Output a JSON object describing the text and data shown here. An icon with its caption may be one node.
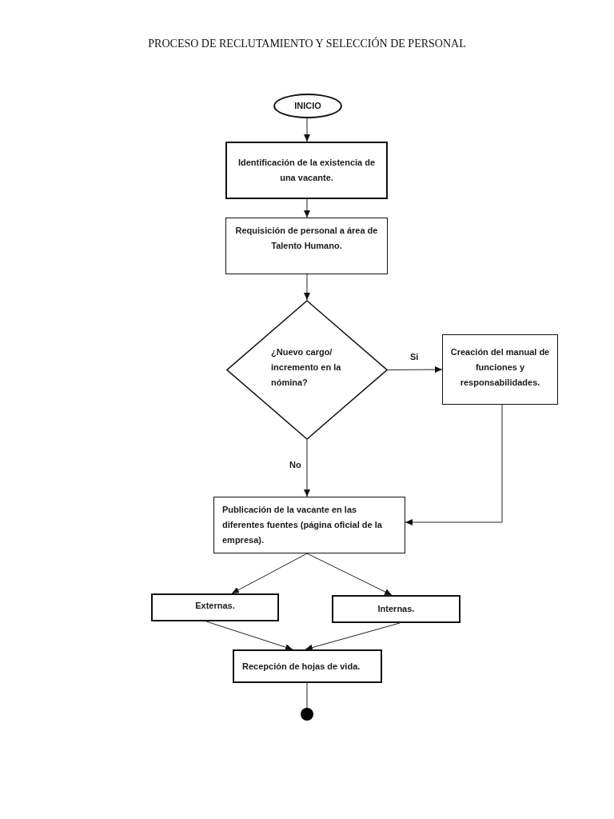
{
  "diagram": {
    "title": "PROCESO DE RECLUTAMIENTO Y SELECCIÓN DE PERSONAL",
    "nodes": [
      {
        "text": [
          "INICIO"
        ]
      },
      {
        "text": [
          "Identificación de la existencia de una vacante."
        ]
      },
      {
        "text": [
          "Requisición de personal a área de Talento Humano."
        ]
      },
      {
        "text": [
          "¿Nuevo cargo/ incremento en la nómina?"
        ]
      },
      {
        "text": [
          "Creación del manual de funciones y responsabilidades."
        ]
      },
      {
        "text": [
          "Publicación de la vacante en las diferentes fuentes (página oficial de la empresa)."
        ]
      },
      {
        "text": [
          "Externas."
        ]
      },
      {
        "text": [
          "Internas."
        ]
      },
      {
        "text": [
          "Recepción de hojas de vida."
        ]
      },
      {
        "text": [],
        "shape": "circle"
      }
    ],
    "edges": [
      {
        "from": 0,
        "to": 1,
        "arrow": "to"
      },
      {
        "from": 1,
        "to": 2,
        "arrow": "to"
      },
      {
        "from": 2,
        "to": 3,
        "arrow": "to"
      },
      {
        "from": 3,
        "to": 4,
        "arrow": "to",
        "label": "Si"
      },
      {
        "from": 3,
        "to": 5,
        "arrow": "to",
        "label": "No"
      },
      {
        "from": 4,
        "to": 5,
        "arrow": "to"
      },
      {
        "from": 5,
        "to": 6,
        "arrow": "to"
      },
      {
        "from": 5,
        "to": 7,
        "arrow": "to"
      },
      {
        "from": 6,
        "to": 8,
        "arrow": "to"
      },
      {
        "from": 7,
        "to": 8,
        "arrow": "to"
      },
      {
        "from": 8,
        "to": 9,
        "arrow": "none"
      }
    ]
  }
}
